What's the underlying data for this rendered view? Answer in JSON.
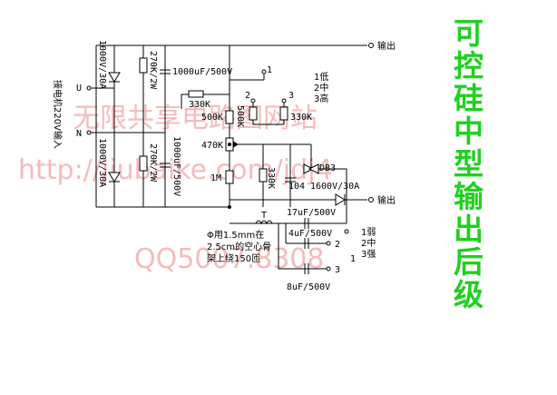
{
  "title": "可控硅中型输出后级",
  "watermark": {
    "line1": "无限共享电路图网站",
    "line2": "http://jiubaike.com/jdj4",
    "line3": "QQ5007.8308"
  },
  "labels": {
    "out_top": "输出",
    "out_bottom": "输出",
    "u": "U",
    "n": "N",
    "input": "接电机220V输入",
    "diode_top": "1000V/30A",
    "diode_bottom": "1000V/30A",
    "r_top": "270K/2W",
    "r_bottom": "270K/2W",
    "c_top": "1000uF/500V",
    "c_bottom": "1000uF/500V",
    "r330k_a": "330K",
    "r330k_b": "330K",
    "r500k_a": "500K",
    "r500k_b": "500K",
    "pot470k": "470K",
    "r1m": "1M",
    "r330k_c": "330K",
    "c104": "104",
    "db3": "DB3",
    "scr": "1600V/30A",
    "inductor": "T",
    "c17": "17uF/500V",
    "c4": "4uF/500V",
    "c8": "8uF/500V",
    "note1": "Φ用1.5mm在",
    "note2": "2.5cm的空心骨",
    "note3": "架上绕150匝",
    "sw1": [
      "1",
      "2",
      "3"
    ],
    "sw1_legend": [
      "1低",
      "2中",
      "3高"
    ],
    "sw2_nums": [
      "2",
      "1",
      "3"
    ],
    "sw2_legend": [
      "1弱",
      "2中",
      "3强"
    ]
  },
  "colors": {
    "title": "#1fd11f",
    "watermark": "#f4bcbc",
    "wire": "#000000"
  }
}
